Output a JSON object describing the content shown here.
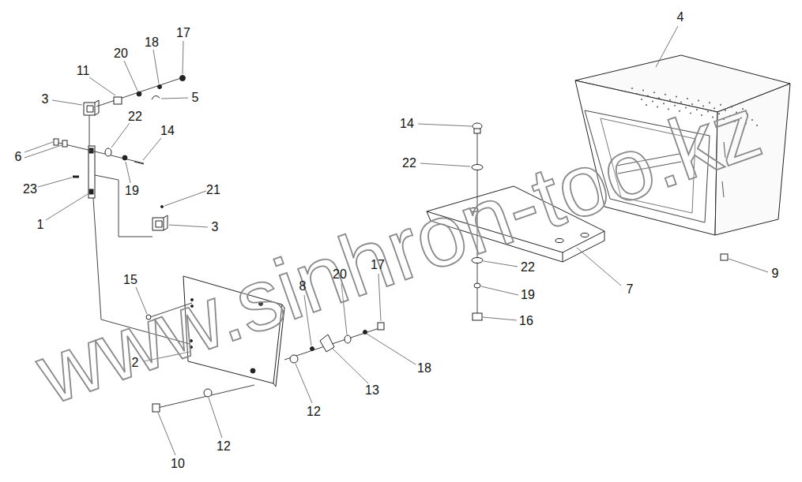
{
  "diagram": {
    "labels": [
      "4",
      "17",
      "18",
      "20",
      "11",
      "3",
      "5",
      "22",
      "14",
      "14",
      "6",
      "22",
      "23",
      "19",
      "21",
      "1",
      "3",
      "17",
      "22",
      "9",
      "20",
      "15",
      "8",
      "7",
      "19",
      "16",
      "2",
      "18",
      "13",
      "12",
      "12",
      "10",
      "www.sinhron-too.kz"
    ]
  }
}
